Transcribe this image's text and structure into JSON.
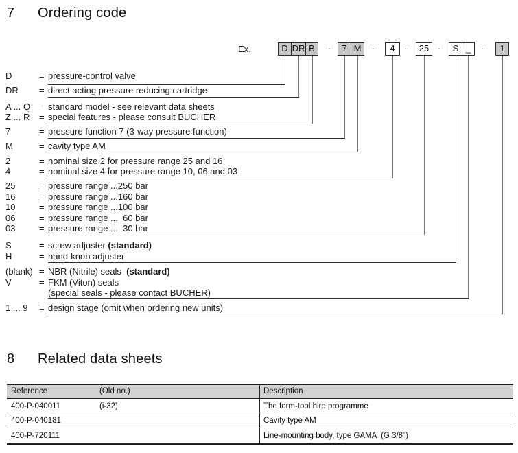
{
  "section7": {
    "number": "7",
    "title": "Ordering code"
  },
  "example": {
    "label": "Ex.",
    "separator": "-",
    "boxes": [
      {
        "text": "D",
        "shaded": true
      },
      {
        "text": "DR",
        "shaded": true
      },
      {
        "text": "B",
        "shaded": true
      },
      {
        "text": "7",
        "shaded": true
      },
      {
        "text": "M",
        "shaded": true
      },
      {
        "text": "4",
        "shaded": false
      },
      {
        "text": "25",
        "shaded": false
      },
      {
        "text": "S",
        "shaded": false
      },
      {
        "text": "_",
        "shaded": false
      },
      {
        "text": "1",
        "shaded": true
      }
    ]
  },
  "code_rows": [
    {
      "label": "D",
      "eq": "=",
      "text": "pressure-control valve"
    },
    {
      "label": "DR",
      "eq": "=",
      "text": "direct acting pressure reducing cartridge"
    },
    {
      "label": "A ... Q",
      "eq": "=",
      "text": "standard model - see relevant data sheets"
    },
    {
      "label": "Z ... R",
      "eq": "=",
      "text": "special features - please consult BUCHER"
    },
    {
      "label": "7",
      "eq": "=",
      "text": "pressure function 7 (3-way pressure function)"
    },
    {
      "label": "M",
      "eq": "=",
      "text": "cavity type AM"
    },
    {
      "label": "2",
      "eq": "=",
      "text": "nominal size 2 for pressure range 25 and 16"
    },
    {
      "label": "4",
      "eq": "=",
      "text": "nominal size 4 for pressure range 10, 06 and 03"
    },
    {
      "label": "25",
      "eq": "=",
      "text": "pressure range ...250 bar"
    },
    {
      "label": "16",
      "eq": "=",
      "text": "pressure range ...160 bar"
    },
    {
      "label": "10",
      "eq": "=",
      "text": "pressure range ...100 bar"
    },
    {
      "label": "06",
      "eq": "=",
      "text": "pressure range ...  60 bar"
    },
    {
      "label": "03",
      "eq": "=",
      "text": "pressure range ...  30 bar"
    },
    {
      "label": "S",
      "eq": "=",
      "text": "screw adjuster ",
      "bold": "(standard)"
    },
    {
      "label": "H",
      "eq": "=",
      "text": "hand-knob adjuster"
    },
    {
      "label": "(blank)",
      "eq": "=",
      "text": "NBR (Nitrile) seals  ",
      "bold": "(standard)"
    },
    {
      "label": "V",
      "eq": "=",
      "text": "FKM (Viton) seals"
    },
    {
      "label": "",
      "eq": "",
      "text": "(special seals - please contact BUCHER)"
    },
    {
      "label": "1 ... 9",
      "eq": "=",
      "text": "design stage (omit when ordering new units)"
    }
  ],
  "section8": {
    "number": "8",
    "title": "Related data sheets"
  },
  "table": {
    "headers": [
      "Reference",
      "(Old no.)",
      "Description"
    ],
    "rows": [
      {
        "reference": "400-P-040011",
        "old_no": "(i-32)",
        "description": "The form-tool hire programme"
      },
      {
        "reference": "400-P-040181",
        "old_no": "",
        "description": "Cavity type AM"
      },
      {
        "reference": "400-P-720111",
        "old_no": "",
        "description": "Line-mounting body, type GAMA  (G 3/8\")"
      }
    ]
  },
  "colors": {
    "box_shaded": "#c8c8c8",
    "table_header_bg": "#d2d2d2"
  }
}
